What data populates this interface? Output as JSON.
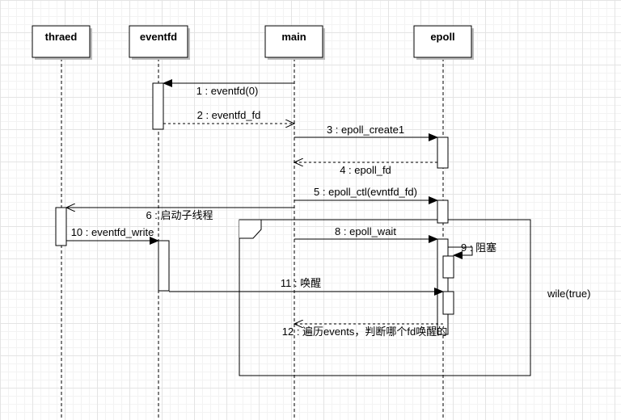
{
  "participants": [
    "thraed",
    "eventfd",
    "main",
    "epoll"
  ],
  "messages": [
    "1 : eventfd(0)",
    "2 : eventfd_fd",
    "3 : epoll_create1",
    "4 : epoll_fd",
    "5 : epoll_ctl(evntfd_fd)",
    "6 : 启动子线程",
    "10 : eventfd_write",
    "8 : epoll_wait",
    "9 : 阻塞",
    "11 : 唤醒",
    "12 : 遍历events，判断哪个fd唤醒的"
  ],
  "loop": {
    "condition": "wile(true)"
  }
}
